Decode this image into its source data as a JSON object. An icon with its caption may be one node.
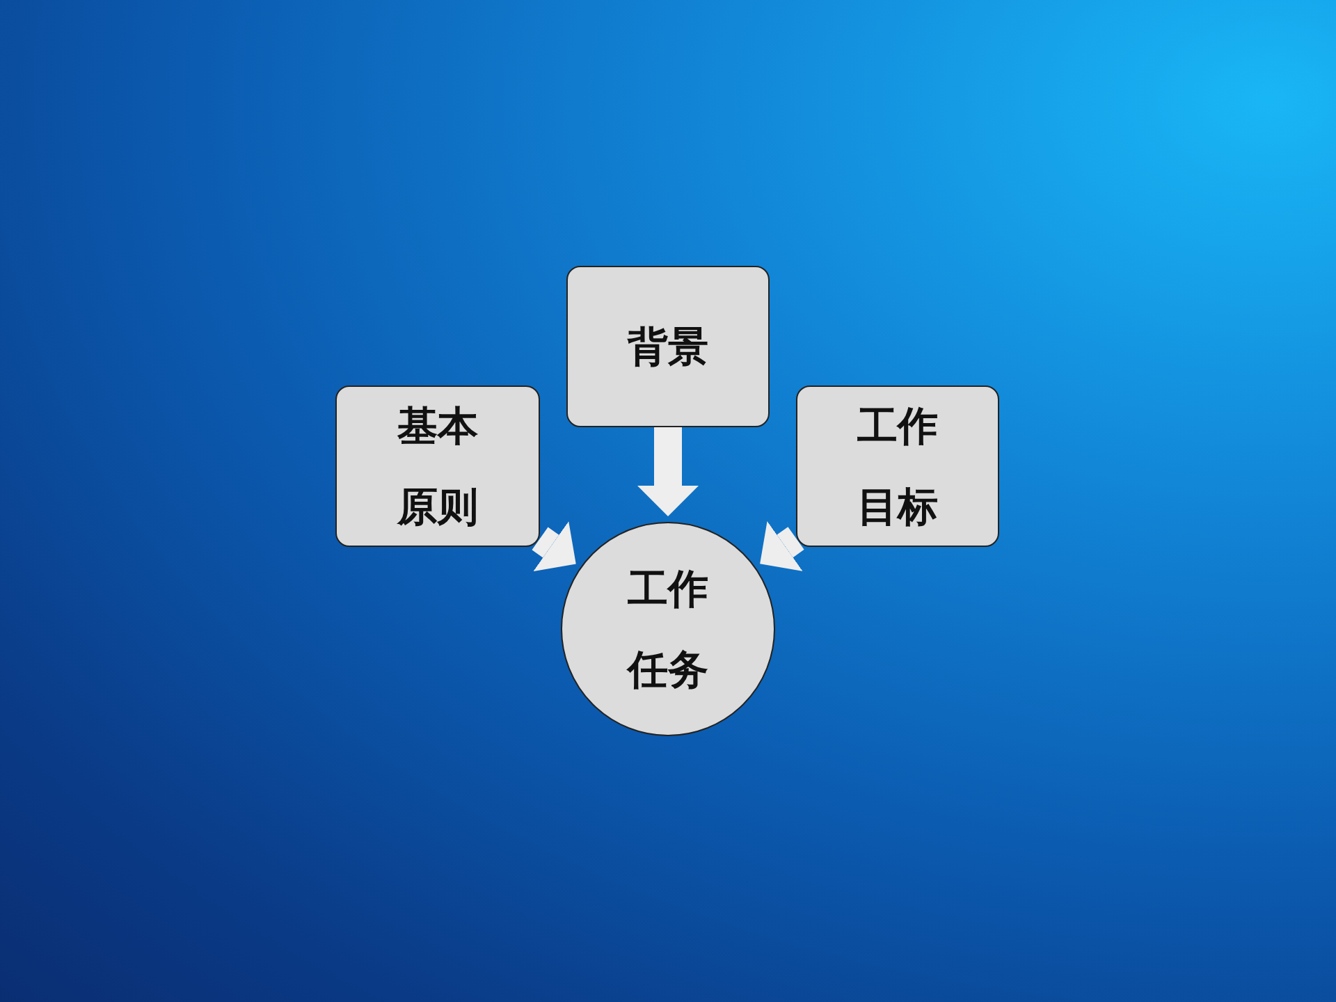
{
  "diagram": {
    "nodes": [
      {
        "text": [
          "背景"
        ]
      },
      {
        "text": [
          "基本原则"
        ]
      },
      {
        "text": [
          "工作目标"
        ]
      },
      {
        "text": [
          "工作任务"
        ]
      }
    ],
    "edges": [
      {
        "from": 0,
        "to": 3,
        "arrow": "to"
      },
      {
        "from": 1,
        "to": 3,
        "arrow": "to"
      },
      {
        "from": 2,
        "to": 3,
        "arrow": "to"
      }
    ]
  }
}
